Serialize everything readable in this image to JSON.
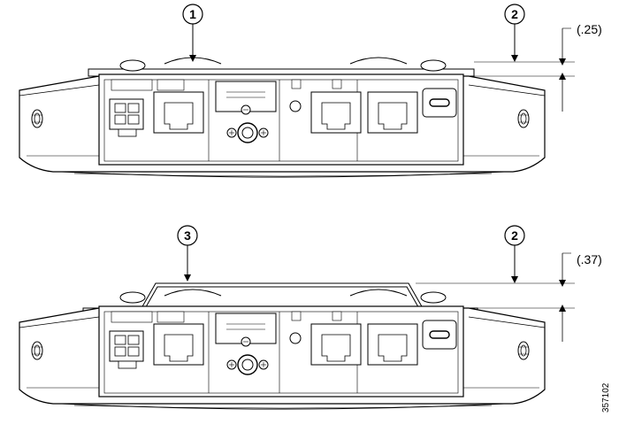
{
  "diagram": {
    "figure_id": "357102",
    "views": [
      {
        "callouts": [
          "1",
          "2"
        ],
        "dimension": "(.25)"
      },
      {
        "callouts": [
          "3",
          "2"
        ],
        "dimension": "(.37)"
      }
    ]
  }
}
